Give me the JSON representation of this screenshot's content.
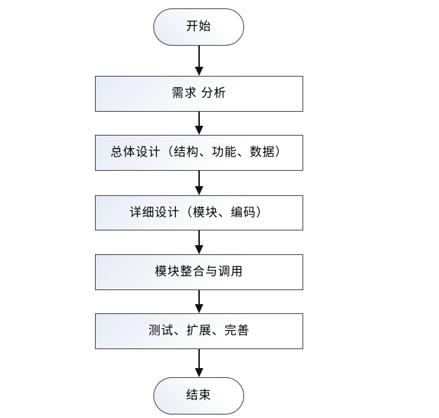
{
  "flowchart": {
    "nodes": [
      {
        "id": "start",
        "type": "terminator",
        "label": "开始"
      },
      {
        "id": "requirements-analysis",
        "type": "process",
        "label": "需求 分析"
      },
      {
        "id": "overall-design",
        "type": "process",
        "label": "总体设计（结构、功能、数据）"
      },
      {
        "id": "detailed-design",
        "type": "process",
        "label": "详细设计（模块、编码）"
      },
      {
        "id": "module-integration",
        "type": "process",
        "label": "模块整合与调用"
      },
      {
        "id": "testing",
        "type": "process",
        "label": "测试、扩展、完善"
      },
      {
        "id": "end",
        "type": "terminator",
        "label": "结束"
      }
    ],
    "edges": [
      {
        "from": "start",
        "to": "requirements-analysis"
      },
      {
        "from": "requirements-analysis",
        "to": "overall-design"
      },
      {
        "from": "overall-design",
        "to": "detailed-design"
      },
      {
        "from": "detailed-design",
        "to": "module-integration"
      },
      {
        "from": "module-integration",
        "to": "testing"
      },
      {
        "from": "testing",
        "to": "end"
      }
    ]
  },
  "colors": {
    "background": "#ffffff",
    "node_border": "#3a3a42",
    "node_fill_light": "#ffffff",
    "node_fill_shade": "#e6ebf5",
    "arrow": "#111111",
    "text": "#000000"
  }
}
